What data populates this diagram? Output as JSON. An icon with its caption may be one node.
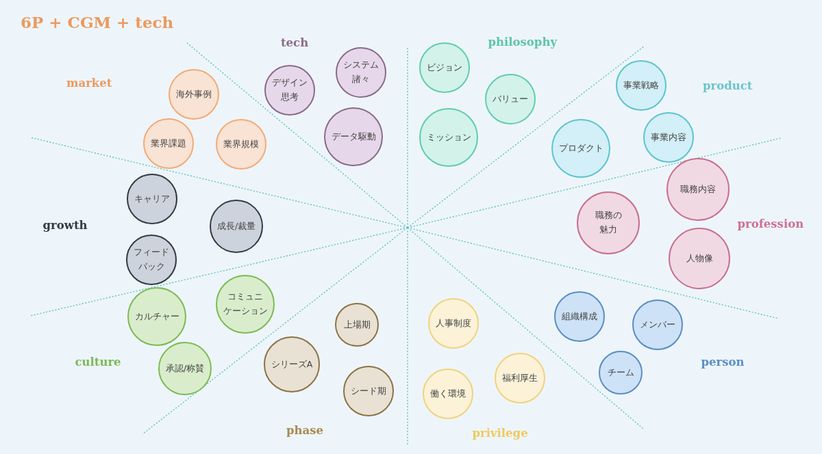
{
  "diagram": {
    "title": "6P + CGM + tech",
    "nodes": [
      {
        "text": [
          "海外事例"
        ]
      },
      {
        "text": [
          "業界課題"
        ]
      },
      {
        "text": [
          "業界規模"
        ]
      },
      {
        "text": [
          "デザイン思考"
        ]
      },
      {
        "text": [
          "システム諸々"
        ]
      },
      {
        "text": [
          "データ駆動"
        ]
      },
      {
        "text": [
          "ビジョン"
        ]
      },
      {
        "text": [
          "バリュー"
        ]
      },
      {
        "text": [
          "ミッション"
        ]
      },
      {
        "text": [
          "事業戦略"
        ]
      },
      {
        "text": [
          "事業内容"
        ]
      },
      {
        "text": [
          "プロダクト"
        ]
      },
      {
        "text": [
          "職務内容"
        ]
      },
      {
        "text": [
          "職務の魅力"
        ]
      },
      {
        "text": [
          "人物像"
        ]
      },
      {
        "text": [
          "組織構成"
        ]
      },
      {
        "text": [
          "メンバー"
        ]
      },
      {
        "text": [
          "チーム"
        ]
      },
      {
        "text": [
          "人事制度"
        ]
      },
      {
        "text": [
          "福利厚生"
        ]
      },
      {
        "text": [
          "働く環境"
        ]
      },
      {
        "text": [
          "上場期"
        ]
      },
      {
        "text": [
          "シリーズA"
        ]
      },
      {
        "text": [
          "シード期"
        ]
      },
      {
        "text": [
          "カルチャー"
        ]
      },
      {
        "text": [
          "コミュニケーション"
        ]
      },
      {
        "text": [
          "承認/称賛"
        ]
      },
      {
        "text": [
          "キャリア"
        ]
      },
      {
        "text": [
          "成長/裁量"
        ]
      },
      {
        "text": [
          "フィードバック"
        ]
      }
    ],
    "labels": [
      "market",
      "tech",
      "philosophy",
      "product",
      "profession",
      "person",
      "privilege",
      "phase",
      "culture",
      "growth"
    ]
  }
}
